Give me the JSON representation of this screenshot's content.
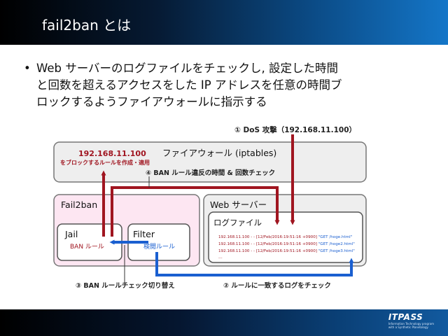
{
  "slide": {
    "title": "fail2ban とは",
    "bullet_lines": [
      "Web サーバーのログファイルをチェックし, 設定した時間",
      "と回数を超えるアクセスをした IP アドレスを任意の時間ブ",
      "ロックするようファイアウォールに指示する"
    ]
  },
  "diagram": {
    "dos_attack_label": "① DoS 攻撃（192.168.11.100）",
    "firewall_title": "ファイアウォール (iptables)",
    "blocked_ip": "192.168.11.100",
    "block_rule_caption": "をブロックするルールを作成・適用",
    "ban_check_label": "④ BAN ルール違反の時間 & 回数チェック",
    "fail2ban_title": "Fail2ban",
    "webserver_title": "Web サーバー",
    "jail_title": "Jail",
    "jail_rule": "BAN ルール",
    "filter_title": "Filter",
    "filter_rule": "検閲ルール",
    "logfile_title": "ログファイル",
    "log_entries": [
      {
        "prefix": "192.168.11.100 - - [12/Feb/2016:19:51:16 +0900] ",
        "request": "\"GET /hoge.html\""
      },
      {
        "prefix": "192.168.11.100 - - [12/Feb/2016:19:51:16 +0900] ",
        "request": "\"GET /hoge2.html\""
      },
      {
        "prefix": "192.168.11.100 - - [12/Feb/2016:19:51:16 +0900] ",
        "request": "\"GET /hoge3.html\""
      }
    ],
    "log_ellipsis": "...",
    "switch_label": "③ BAN ルールチェック切り替え",
    "match_log_label": "② ルールに一致するログをチェック",
    "colors": {
      "red": "#a01520",
      "blue": "#1a5fd0",
      "pink_box": "#fde6f2",
      "grey_box": "#eeeeee"
    }
  },
  "footer": {
    "logo": "ITPASS",
    "logo_sub_line1": "Information Technology program",
    "logo_sub_line2": "with a Synthetic Planetology"
  }
}
